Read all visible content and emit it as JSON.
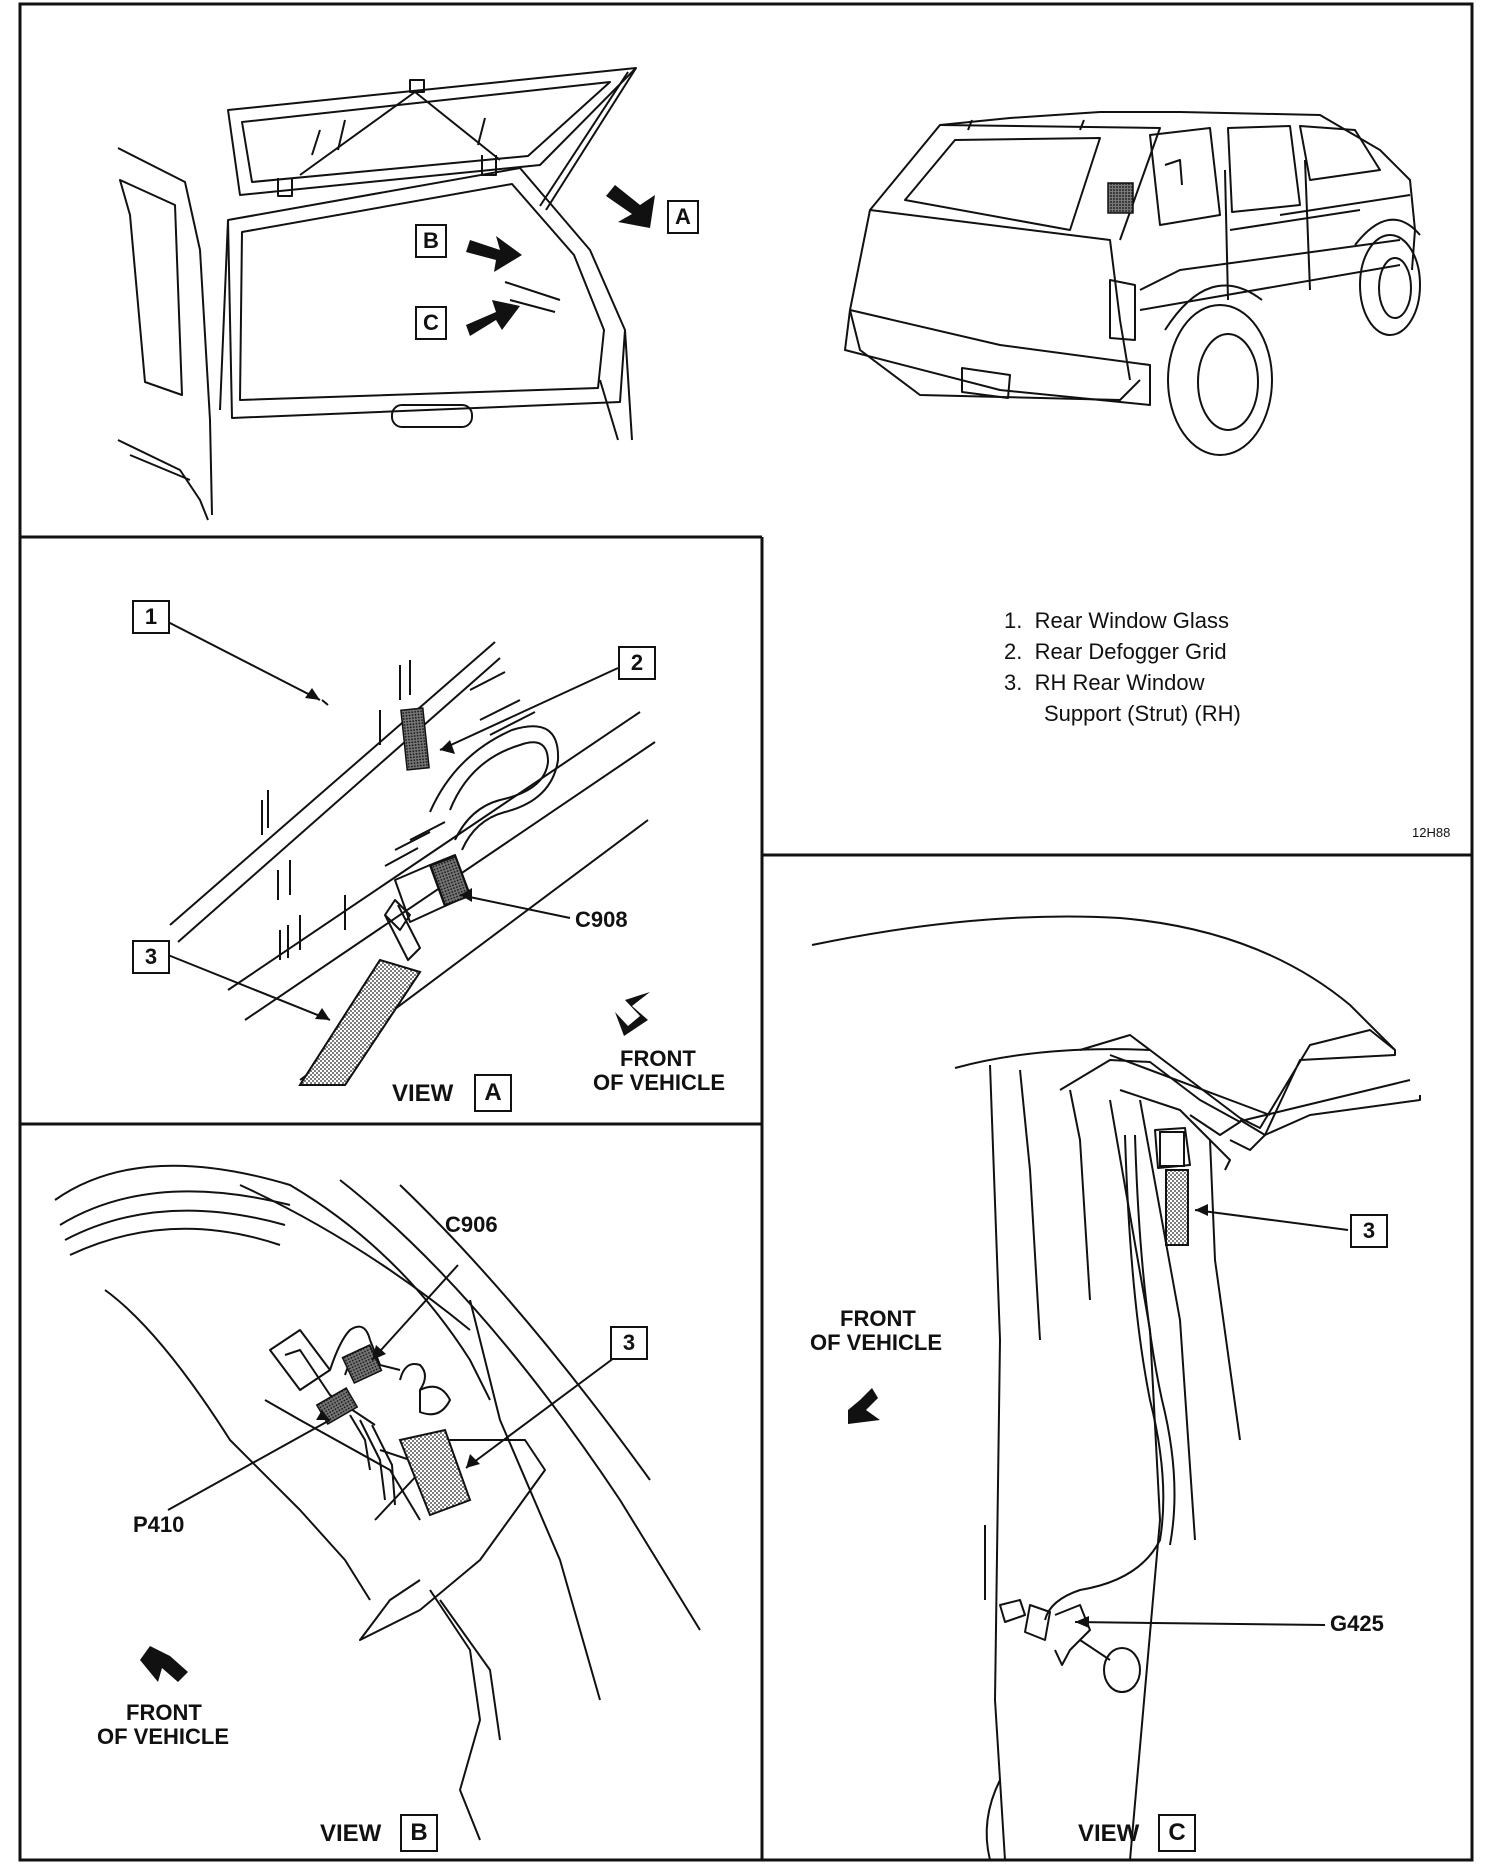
{
  "legend": {
    "items": [
      {
        "number": "1.",
        "text": "Rear Window Glass"
      },
      {
        "number": "2.",
        "text": "Rear Defogger Grid"
      },
      {
        "number": "3.",
        "text": "RH Rear Window"
      }
    ],
    "item3_continuation": "Support (Strut) (RH)"
  },
  "figure_id": "12H88",
  "overview": {
    "callouts": [
      "A",
      "B",
      "C"
    ]
  },
  "view_a": {
    "view_word": "VIEW",
    "view_letter": "A",
    "callouts": [
      "1",
      "2",
      "3"
    ],
    "connector": "C908",
    "front_line1": "FRONT",
    "front_line2": "OF VEHICLE"
  },
  "view_b": {
    "view_word": "VIEW",
    "view_letter": "B",
    "callout": "3",
    "connector_top": "C906",
    "connector_left": "P410",
    "front_line1": "FRONT",
    "front_line2": "OF VEHICLE"
  },
  "view_c": {
    "view_word": "VIEW",
    "view_letter": "C",
    "callout": "3",
    "ground": "G425",
    "front_line1": "FRONT",
    "front_line2": "OF VEHICLE"
  }
}
